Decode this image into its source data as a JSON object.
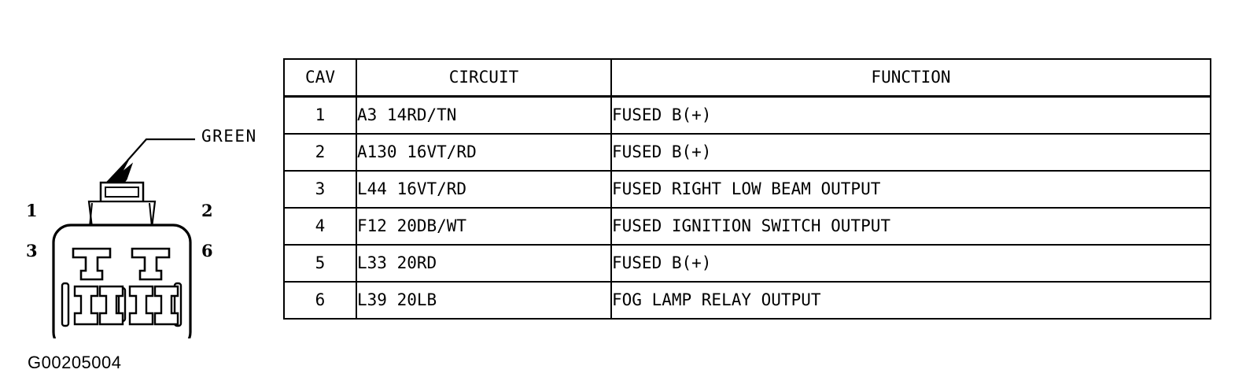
{
  "figure": {
    "caption": "G00205004",
    "connector": {
      "color_label": "GREEN",
      "color_hex": "#00943b",
      "cavity_labels": {
        "top_left": "1",
        "top_right": "2",
        "bottom_left": "3",
        "bottom_right": "6"
      }
    }
  },
  "table": {
    "headers": {
      "cav": "CAV",
      "circuit": "CIRCUIT",
      "function": "FUNCTION"
    },
    "rows": [
      {
        "cav": "1",
        "circuit": "A3 14RD/TN",
        "function": "FUSED B(+)"
      },
      {
        "cav": "2",
        "circuit": "A130 16VT/RD",
        "function": "FUSED B(+)"
      },
      {
        "cav": "3",
        "circuit": "L44 16VT/RD",
        "function": "FUSED RIGHT LOW BEAM OUTPUT"
      },
      {
        "cav": "4",
        "circuit": "F12 20DB/WT",
        "function": "FUSED IGNITION SWITCH OUTPUT"
      },
      {
        "cav": "5",
        "circuit": "L33 20RD",
        "function": "FUSED B(+)"
      },
      {
        "cav": "6",
        "circuit": "L39 20LB",
        "function": "FOG LAMP RELAY OUTPUT"
      }
    ]
  }
}
